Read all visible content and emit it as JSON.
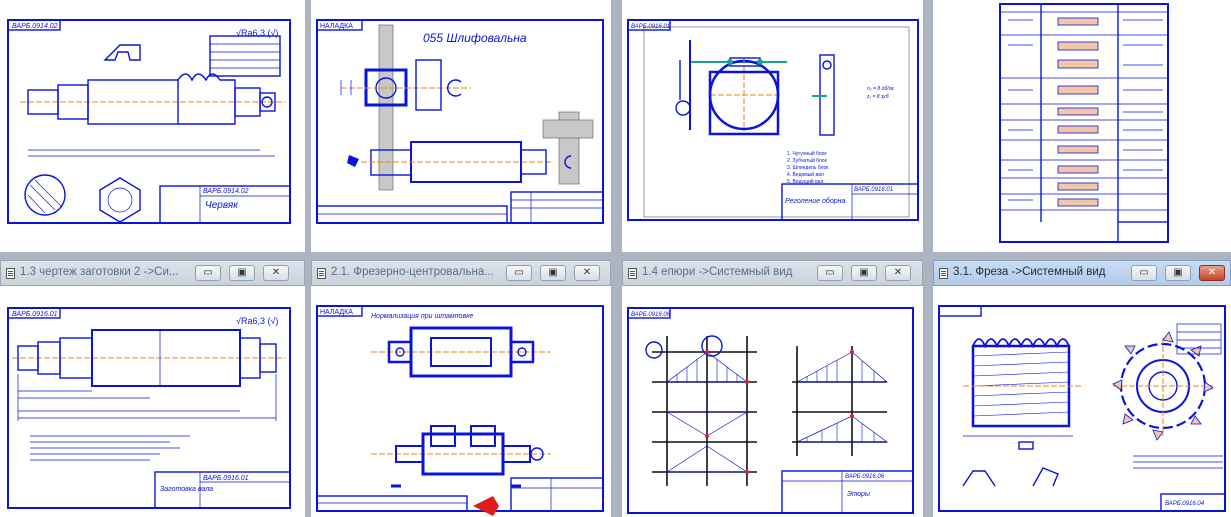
{
  "windows": [
    {
      "id": "w1",
      "title": ""
    },
    {
      "id": "w2",
      "title": ""
    },
    {
      "id": "w3",
      "title": ""
    },
    {
      "id": "w4",
      "title": ""
    },
    {
      "id": "w5",
      "title": "1.3 чертеж заготовки 2 ->Си..."
    },
    {
      "id": "w6",
      "title": "2.1. Фрезерно-центровальна..."
    },
    {
      "id": "w7",
      "title": "1.4 епюри ->Системный вид"
    },
    {
      "id": "w8",
      "title": "3.1. Фреза ->Системный вид"
    }
  ],
  "window_controls": {
    "minimize": "▭",
    "restore": "▣",
    "close": "✕"
  },
  "drawings": {
    "w1_title": "Червяк",
    "w1_code": "ВАРБ.0914.02",
    "w1_roughness": "√Ra6,3 (√)",
    "w2_title": "055 Шлифовальна",
    "w2_code": "НАЛАДКА",
    "w3_title": "Реголение оборна",
    "w3_code": "ВАРБ.0916.01",
    "w5_title": "Заготовка вала",
    "w5_code": "ВАРБ.0916.01",
    "w5_roughness": "√Ra6,3 (√)",
    "w6_title": "Нормализация при штамповке",
    "w6_code": "НАЛАДКА",
    "w7_title": "Эпюры",
    "w7_code": "ВАРБ.0916.06",
    "w8_title": "Фреза",
    "w8_code": "ВАРБ.0916.04"
  }
}
